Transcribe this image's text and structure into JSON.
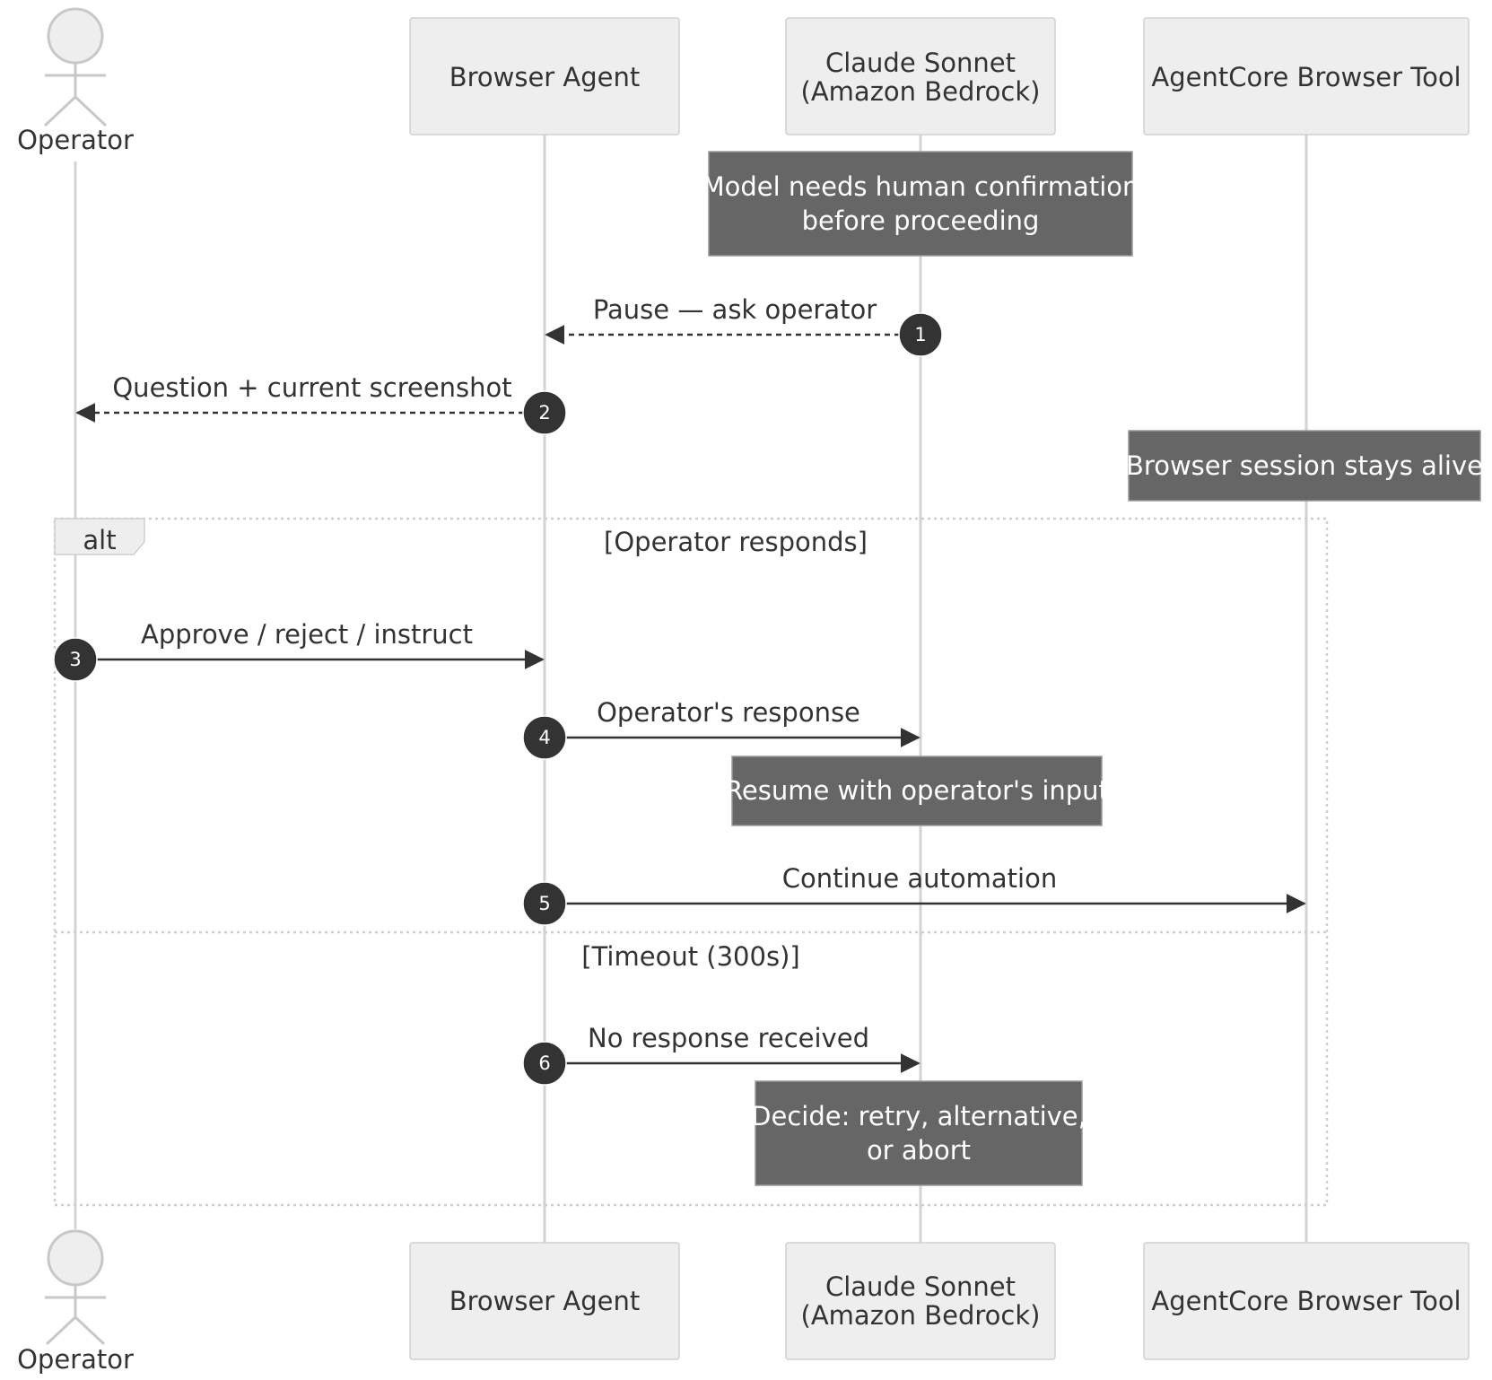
{
  "participants": {
    "operator": "Operator",
    "browser_agent": "Browser Agent",
    "claude": [
      "Claude Sonnet",
      "(Amazon Bedrock)"
    ],
    "tool": "AgentCore Browser Tool"
  },
  "notes": {
    "model_needs": [
      "Model needs human confirmation",
      "before proceeding"
    ],
    "session_alive": "Browser session stays alive",
    "resume": "Resume with operator's input",
    "decide": [
      "Decide: retry, alternative,",
      "or abort"
    ]
  },
  "messages": [
    {
      "seq": "1",
      "text": "Pause — ask operator",
      "style": "dashed"
    },
    {
      "seq": "2",
      "text": "Question + current screenshot",
      "style": "dashed"
    },
    {
      "seq": "3",
      "text": "Approve / reject / instruct",
      "style": "solid"
    },
    {
      "seq": "4",
      "text": "Operator's response",
      "style": "solid"
    },
    {
      "seq": "5",
      "text": "Continue automation",
      "style": "solid"
    },
    {
      "seq": "6",
      "text": "No response received",
      "style": "solid"
    }
  ],
  "alt_frame": {
    "label": "alt",
    "condition_1": "[Operator responds]",
    "condition_2": "[Timeout (300s)]"
  },
  "colors": {
    "actor_fill": "#eeeeee",
    "note_fill": "#666666",
    "line": "#333333",
    "lifeline": "#d3d3d3"
  }
}
